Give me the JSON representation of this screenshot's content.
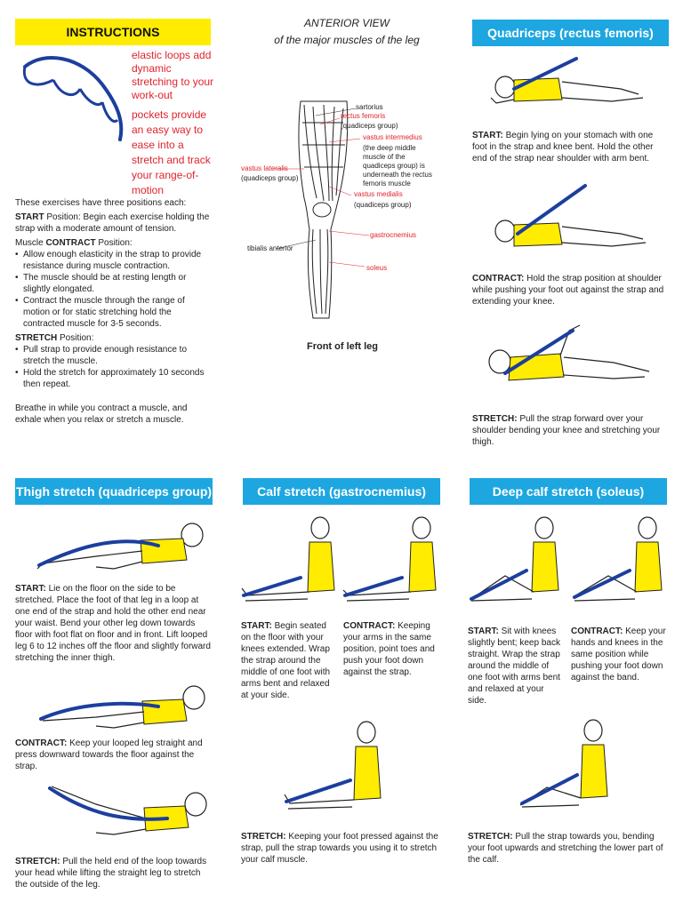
{
  "instructions": {
    "header": "INSTRUCTIONS",
    "loops_text": "elastic loops add dynamic stretching to your work-out",
    "pockets_text": "pockets provide an easy way to ease into a stretch and track your range-of-motion",
    "intro": "These exercises have three positions each:",
    "start_label": "START",
    "start_text": " Position: Begin each exercise holding the strap with a moderate amount of tension.",
    "contract_prefix": "Muscle ",
    "contract_label": "CONTRACT",
    "contract_suffix": " Position:",
    "contract_bullets": [
      "Allow enough elasticity in the strap to provide resistance during muscle contraction.",
      "The muscle should be at resting length or slightly elongated.",
      "Contract the muscle through the range of motion or for static stretching hold the contracted muscle for 3-5 seconds."
    ],
    "stretch_label": "STRETCH",
    "stretch_suffix": " Position:",
    "stretch_bullets": [
      "Pull strap to provide enough resistance to stretch the muscle.",
      "Hold the stretch for approximately 10 seconds then repeat."
    ],
    "breathe": "Breathe in while you contract a muscle, and exhale when you relax or stretch a muscle."
  },
  "anatomy": {
    "title_line1": "ANTERIOR VIEW",
    "title_line2": "of the major muscles of the leg",
    "labels": {
      "sartorius": "sartorius",
      "rectus_femoris": "rectus femoris",
      "rectus_group": "(quadiceps group)",
      "vastus_intermedius": "vastus intermedius",
      "vastus_intermedius_note": "(the deep middle muscle of the quadiceps group) is underneath the rectus femoris muscle",
      "vastus_lateralis": "vastus lateralis",
      "lateralis_group": "(quadiceps group)",
      "vastus_medialis": "vastus medialis",
      "medialis_group": "(quadiceps group)",
      "tibialis_anterior": "tibialis anterior",
      "gastrocnemius": "gastrocnemius",
      "soleus": "soleus"
    },
    "caption": "Front of left leg"
  },
  "quadriceps": {
    "header": "Quadriceps  (rectus femoris)",
    "start_label": "START:",
    "start_text": " Begin lying on your stomach with one foot in the strap and knee bent. Hold the other end of the strap near shoulder with arm bent.",
    "contract_label": "CONTRACT:",
    "contract_text": " Hold the strap position at shoulder while pushing your foot out against the strap and extending your knee.",
    "stretch_label": "STRETCH:",
    "stretch_text": " Pull the strap forward over your shoulder bending your knee and stretching your thigh."
  },
  "thigh": {
    "header": "Thigh stretch (quadriceps group)",
    "start_label": "START:",
    "start_text": " Lie on the floor on the side to be stretched. Place the foot of that leg in a loop at one end of the strap and hold the other end near your waist. Bend your other leg down towards floor with foot flat on floor and in front. Lift looped leg 6 to 12 inches off the floor and slightly forward stretching the inner thigh.",
    "contract_label": "CONTRACT:",
    "contract_text": " Keep your looped leg straight and press downward towards the floor against the strap.",
    "stretch_label": "STRETCH:",
    "stretch_text": " Pull the held end of the loop towards your head while lifting the straight leg to stretch the outside of the leg."
  },
  "calf": {
    "header": "Calf stretch (gastrocnemius)",
    "start_label": "START:",
    "start_text": " Begin seated on the floor with your knees extended. Wrap the strap around the middle of one foot with arms bent and relaxed at your side.",
    "contract_label": "CONTRACT:",
    "contract_text": " Keeping your arms in the same position, point toes and push your foot down against the strap.",
    "stretch_label": "STRETCH:",
    "stretch_text": " Keeping your foot pressed against the strap, pull the strap towards you using it to stretch your calf muscle."
  },
  "deepcalf": {
    "header": "Deep calf stretch (soleus)",
    "start_label": "START:",
    "start_text": " Sit with knees slightly bent; keep back straight. Wrap the strap around the middle of one foot with arms bent and relaxed at your side.",
    "contract_label": "CONTRACT:",
    "contract_text": " Keep your hands and knees in the same position while pushing your foot down against the band.",
    "stretch_label": "STRETCH:",
    "stretch_text": " Pull the strap towards you, bending your foot upwards and stretching the lower part of the calf."
  },
  "colors": {
    "yellow": "#ffec00",
    "blue": "#1ea6e0",
    "red": "#e0232d",
    "strap": "#1c3f9e"
  }
}
